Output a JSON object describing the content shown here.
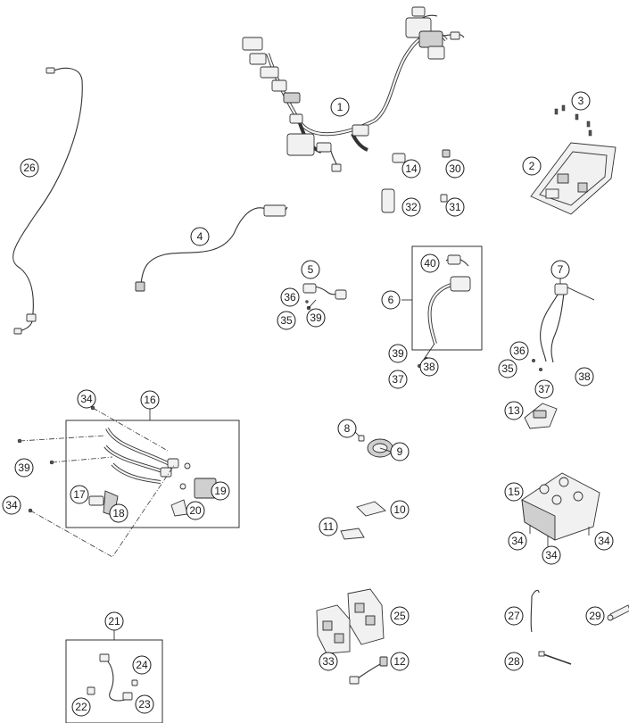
{
  "callouts": [
    {
      "id": "c1",
      "label": "1"
    },
    {
      "id": "c2",
      "label": "2"
    },
    {
      "id": "c3",
      "label": "3"
    },
    {
      "id": "c4",
      "label": "4"
    },
    {
      "id": "c5",
      "label": "5"
    },
    {
      "id": "c6",
      "label": "6"
    },
    {
      "id": "c7",
      "label": "7"
    },
    {
      "id": "c8",
      "label": "8"
    },
    {
      "id": "c9",
      "label": "9"
    },
    {
      "id": "c10",
      "label": "10"
    },
    {
      "id": "c11",
      "label": "11"
    },
    {
      "id": "c12",
      "label": "12"
    },
    {
      "id": "c13",
      "label": "13"
    },
    {
      "id": "c14",
      "label": "14"
    },
    {
      "id": "c15",
      "label": "15"
    },
    {
      "id": "c16",
      "label": "16"
    },
    {
      "id": "c17",
      "label": "17"
    },
    {
      "id": "c18",
      "label": "18"
    },
    {
      "id": "c19",
      "label": "19"
    },
    {
      "id": "c20",
      "label": "20"
    },
    {
      "id": "c21",
      "label": "21"
    },
    {
      "id": "c22",
      "label": "22"
    },
    {
      "id": "c23",
      "label": "23"
    },
    {
      "id": "c24",
      "label": "24"
    },
    {
      "id": "c25",
      "label": "25"
    },
    {
      "id": "c26",
      "label": "26"
    },
    {
      "id": "c27",
      "label": "27"
    },
    {
      "id": "c28",
      "label": "28"
    },
    {
      "id": "c29",
      "label": "29"
    },
    {
      "id": "c30",
      "label": "30"
    },
    {
      "id": "c31",
      "label": "31"
    },
    {
      "id": "c32",
      "label": "32"
    },
    {
      "id": "c33",
      "label": "33"
    },
    {
      "id": "c34a",
      "label": "34"
    },
    {
      "id": "c34b",
      "label": "34"
    },
    {
      "id": "c34c",
      "label": "34"
    },
    {
      "id": "c34d",
      "label": "34"
    },
    {
      "id": "c34e",
      "label": "34"
    },
    {
      "id": "c35a",
      "label": "35"
    },
    {
      "id": "c35b",
      "label": "35"
    },
    {
      "id": "c36a",
      "label": "36"
    },
    {
      "id": "c36b",
      "label": "36"
    },
    {
      "id": "c37a",
      "label": "37"
    },
    {
      "id": "c37b",
      "label": "37"
    },
    {
      "id": "c38a",
      "label": "38"
    },
    {
      "id": "c38b",
      "label": "38"
    },
    {
      "id": "c39a",
      "label": "39"
    },
    {
      "id": "c39b",
      "label": "39"
    },
    {
      "id": "c39c",
      "label": "39"
    },
    {
      "id": "c40",
      "label": "40"
    }
  ]
}
